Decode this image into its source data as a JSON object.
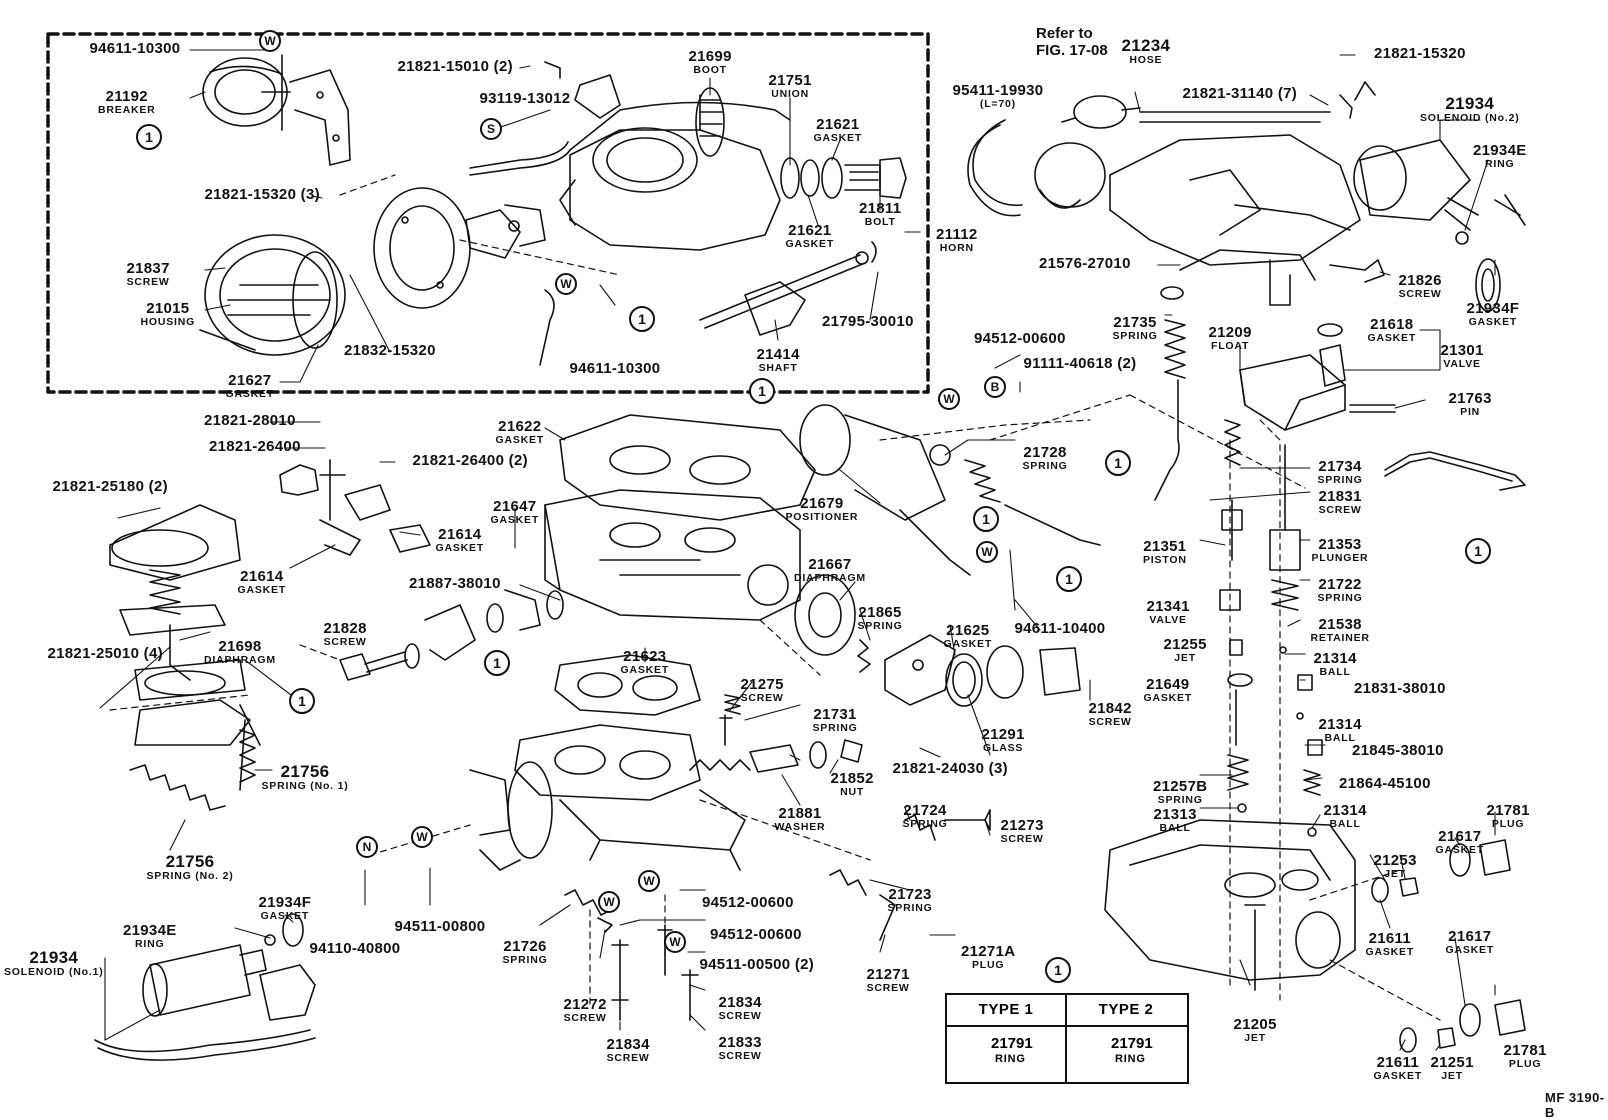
{
  "figure_code": "MF 3190-B",
  "reference_note": {
    "line1": "Refer to",
    "line2": "FIG. 17-08"
  },
  "legend": {
    "marker": "1",
    "type1": {
      "header": "TYPE 1",
      "part": "21791",
      "name": "RING"
    },
    "type2": {
      "header": "TYPE 2",
      "part": "21791",
      "name": "RING"
    }
  },
  "markers": {
    "circle_1": "1",
    "w": "W",
    "s": "S",
    "b": "B",
    "n": "N"
  },
  "parts": [
    {
      "id": "p94611-10300a",
      "number": "94611-10300",
      "name": ""
    },
    {
      "id": "p21192",
      "number": "21192",
      "name": "BREAKER"
    },
    {
      "id": "p21821-15010",
      "number": "21821-15010 (2)",
      "name": ""
    },
    {
      "id": "p93119-13012",
      "number": "93119-13012",
      "name": ""
    },
    {
      "id": "p21699",
      "number": "21699",
      "name": "BOOT"
    },
    {
      "id": "p21751",
      "number": "21751",
      "name": "UNION"
    },
    {
      "id": "p21621a",
      "number": "21621",
      "name": "GASKET"
    },
    {
      "id": "p21621b",
      "number": "21621",
      "name": "GASKET"
    },
    {
      "id": "p21811",
      "number": "21811",
      "name": "BOLT"
    },
    {
      "id": "p21821-15320c",
      "number": "21821-15320 (3)",
      "name": ""
    },
    {
      "id": "p21837",
      "number": "21837",
      "name": "SCREW"
    },
    {
      "id": "p21015",
      "number": "21015",
      "name": "HOUSING"
    },
    {
      "id": "p21627",
      "number": "21627",
      "name": "GASKET"
    },
    {
      "id": "p21832-15320",
      "number": "21832-15320",
      "name": ""
    },
    {
      "id": "p94611-10300b",
      "number": "94611-10300",
      "name": ""
    },
    {
      "id": "p21414",
      "number": "21414",
      "name": "SHAFT"
    },
    {
      "id": "p21795-30010",
      "number": "21795-30010",
      "name": ""
    },
    {
      "id": "p21112",
      "number": "21112",
      "name": "HORN"
    },
    {
      "id": "p21234",
      "number": "21234",
      "name": "HOSE"
    },
    {
      "id": "p95411-19930",
      "number": "95411-19930",
      "name": "(L=70)"
    },
    {
      "id": "p21821-15320t",
      "number": "21821-15320",
      "name": ""
    },
    {
      "id": "p21821-31140",
      "number": "21821-31140 (7)",
      "name": ""
    },
    {
      "id": "p21934-2",
      "number": "21934",
      "name": "SOLENOID (No.2)"
    },
    {
      "id": "p21934E-2",
      "number": "21934E",
      "name": "RING"
    },
    {
      "id": "p21934F-2",
      "number": "21934F",
      "name": "GASKET"
    },
    {
      "id": "p21576-27010",
      "number": "21576-27010",
      "name": ""
    },
    {
      "id": "p21826",
      "number": "21826",
      "name": "SCREW"
    },
    {
      "id": "p21735",
      "number": "21735",
      "name": "SPRING"
    },
    {
      "id": "p21209",
      "number": "21209",
      "name": "FLOAT"
    },
    {
      "id": "p21618",
      "number": "21618",
      "name": "GASKET"
    },
    {
      "id": "p21301",
      "number": "21301",
      "name": "VALVE"
    },
    {
      "id": "p94512-00600t",
      "number": "94512-00600",
      "name": ""
    },
    {
      "id": "p91111-40618",
      "number": "91111-40618 (2)",
      "name": ""
    },
    {
      "id": "p21763",
      "number": "21763",
      "name": "PIN"
    },
    {
      "id": "p21821-28010",
      "number": "21821-28010",
      "name": ""
    },
    {
      "id": "p21821-26400",
      "number": "21821-26400",
      "name": ""
    },
    {
      "id": "p21821-26400b",
      "number": "21821-26400 (2)",
      "name": ""
    },
    {
      "id": "p21622",
      "number": "21622",
      "name": "GASKET"
    },
    {
      "id": "p21728",
      "number": "21728",
      "name": "SPRING"
    },
    {
      "id": "p21734",
      "number": "21734",
      "name": "SPRING"
    },
    {
      "id": "p21831",
      "number": "21831",
      "name": "SCREW"
    },
    {
      "id": "p21821-25180",
      "number": "21821-25180 (2)",
      "name": ""
    },
    {
      "id": "p21647",
      "number": "21647",
      "name": "GASKET"
    },
    {
      "id": "p21679",
      "number": "21679",
      "name": "POSITIONER"
    },
    {
      "id": "p21614a",
      "number": "21614",
      "name": "GASKET"
    },
    {
      "id": "p21614b",
      "number": "21614",
      "name": "GASKET"
    },
    {
      "id": "p21351",
      "number": "21351",
      "name": "PISTON"
    },
    {
      "id": "p21353",
      "number": "21353",
      "name": "PLUNGER"
    },
    {
      "id": "p21667",
      "number": "21667",
      "name": "DIAPHRAGM"
    },
    {
      "id": "p21887-38010",
      "number": "21887-38010",
      "name": ""
    },
    {
      "id": "p21722",
      "number": "21722",
      "name": "SPRING"
    },
    {
      "id": "p21341",
      "number": "21341",
      "name": "VALVE"
    },
    {
      "id": "p21538",
      "number": "21538",
      "name": "RETAINER"
    },
    {
      "id": "p21865",
      "number": "21865",
      "name": "SPRING"
    },
    {
      "id": "p21828",
      "number": "21828",
      "name": "SCREW"
    },
    {
      "id": "p21625",
      "number": "21625",
      "name": "GASKET"
    },
    {
      "id": "p94611-10400",
      "number": "94611-10400",
      "name": ""
    },
    {
      "id": "p21698",
      "number": "21698",
      "name": "DIAPHRAGM"
    },
    {
      "id": "p21821-25010",
      "number": "21821-25010 (4)",
      "name": ""
    },
    {
      "id": "p21255",
      "number": "21255",
      "name": "JET"
    },
    {
      "id": "p21314a",
      "number": "21314",
      "name": "BALL"
    },
    {
      "id": "p21623",
      "number": "21623",
      "name": "GASKET"
    },
    {
      "id": "p21275",
      "number": "21275",
      "name": "SCREW"
    },
    {
      "id": "p21649",
      "number": "21649",
      "name": "GASKET"
    },
    {
      "id": "p21831-38010",
      "number": "21831-38010",
      "name": ""
    },
    {
      "id": "p21842",
      "number": "21842",
      "name": "SCREW"
    },
    {
      "id": "p21731",
      "number": "21731",
      "name": "SPRING"
    },
    {
      "id": "p21314b",
      "number": "21314",
      "name": "BALL"
    },
    {
      "id": "p21291",
      "number": "21291",
      "name": "GLASS"
    },
    {
      "id": "p21821-24030",
      "number": "21821-24030 (3)",
      "name": ""
    },
    {
      "id": "p21845-38010",
      "number": "21845-38010",
      "name": ""
    },
    {
      "id": "p21756-1",
      "number": "21756",
      "name": "SPRING (No. 1)"
    },
    {
      "id": "p21852",
      "number": "21852",
      "name": "NUT"
    },
    {
      "id": "p21257B",
      "number": "21257B",
      "name": "SPRING"
    },
    {
      "id": "p21864-45100",
      "number": "21864-45100",
      "name": ""
    },
    {
      "id": "p21881",
      "number": "21881",
      "name": "WASHER"
    },
    {
      "id": "p21724",
      "number": "21724",
      "name": "SPRING"
    },
    {
      "id": "p21273",
      "number": "21273",
      "name": "SCREW"
    },
    {
      "id": "p21781a",
      "number": "21781",
      "name": "PLUG"
    },
    {
      "id": "p21313",
      "number": "21313",
      "name": "BALL"
    },
    {
      "id": "p21314c",
      "number": "21314",
      "name": "BALL"
    },
    {
      "id": "p21617a",
      "number": "21617",
      "name": "GASKET"
    },
    {
      "id": "p21253",
      "number": "21253",
      "name": "JET"
    },
    {
      "id": "p21756-2",
      "number": "21756",
      "name": "SPRING (No. 2)"
    },
    {
      "id": "p21934F-1",
      "number": "21934F",
      "name": "GASKET"
    },
    {
      "id": "p21723",
      "number": "21723",
      "name": "SPRING"
    },
    {
      "id": "p94512-00600a",
      "number": "94512-00600",
      "name": ""
    },
    {
      "id": "p21934E-1",
      "number": "21934E",
      "name": "RING"
    },
    {
      "id": "p21934-1",
      "number": "21934",
      "name": "SOLENOID (No.1)"
    },
    {
      "id": "p94511-00800",
      "number": "94511-00800",
      "name": ""
    },
    {
      "id": "p94110-40800",
      "number": "94110-40800",
      "name": ""
    },
    {
      "id": "p21726",
      "number": "21726",
      "name": "SPRING"
    },
    {
      "id": "p94512-00600b",
      "number": "94512-00600",
      "name": ""
    },
    {
      "id": "p21271A",
      "number": "21271A",
      "name": "PLUG"
    },
    {
      "id": "p94511-00500",
      "number": "94511-00500 (2)",
      "name": ""
    },
    {
      "id": "p21611a",
      "number": "21611",
      "name": "GASKET"
    },
    {
      "id": "p21617b",
      "number": "21617",
      "name": "GASKET"
    },
    {
      "id": "p21272",
      "number": "21272",
      "name": "SCREW"
    },
    {
      "id": "p21834a",
      "number": "21834",
      "name": "SCREW"
    },
    {
      "id": "p21271",
      "number": "21271",
      "name": "SCREW"
    },
    {
      "id": "p21205",
      "number": "21205",
      "name": "JET"
    },
    {
      "id": "p21834b",
      "number": "21834",
      "name": "SCREW"
    },
    {
      "id": "p21833",
      "number": "21833",
      "name": "SCREW"
    },
    {
      "id": "p21611b",
      "number": "21611",
      "name": "GASKET"
    },
    {
      "id": "p21251",
      "number": "21251",
      "name": "JET"
    },
    {
      "id": "p21781b",
      "number": "21781",
      "name": "PLUG"
    }
  ]
}
